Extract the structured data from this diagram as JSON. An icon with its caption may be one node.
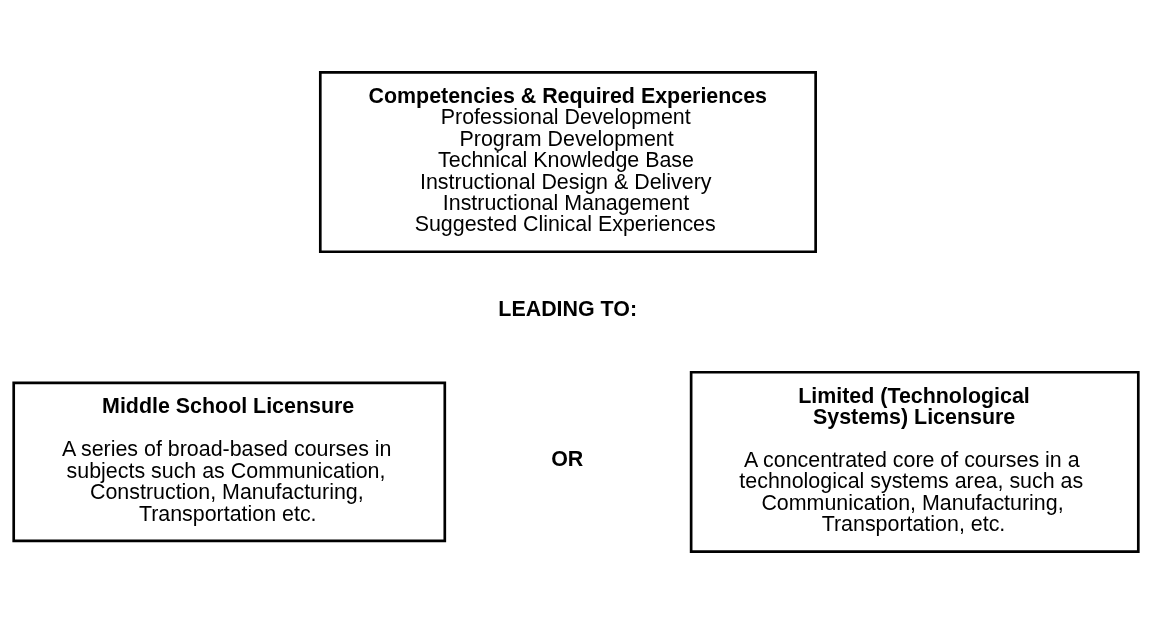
{
  "diagram": {
    "nodes": [
      {
        "text": [
          "Competencies & Required Experiences",
          "Professional Development",
          "Program Development",
          "Technical Knowledge Base",
          "Instructional Design & Delivery",
          "Instructional Management",
          "Suggested Clinical Experiences"
        ]
      },
      {
        "text": [
          "Middle School Licensure",
          "A series of broad-based courses in subjects such as Communication, Construction, Manufacturing, Transportation etc."
        ]
      },
      {
        "text": [
          "Limited (Technological Systems) Licensure",
          "A concentrated core of courses in a technological systems area, such as Communication, Manufacturing, Transportation, etc."
        ]
      }
    ],
    "edges": [],
    "labels": [
      "LEADING TO:",
      "OR"
    ]
  }
}
